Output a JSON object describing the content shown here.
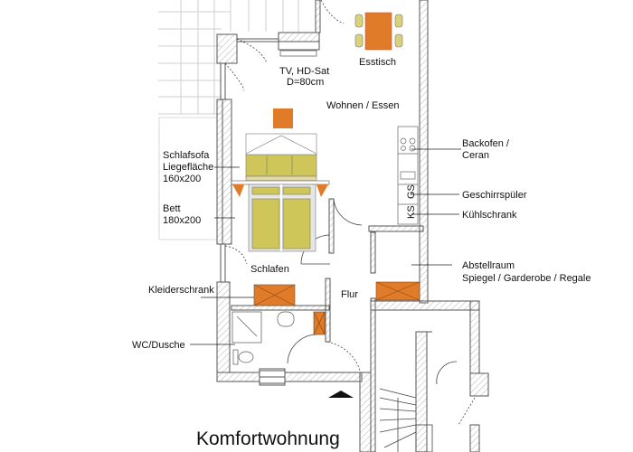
{
  "title": "Komfortwohnung",
  "rooms": {
    "living": "Wohnen / Essen",
    "bedroom": "Schlafen",
    "hall": "Flur"
  },
  "furniture": {
    "dining_table": "Esstisch",
    "tv_line1": "TV, HD-Sat",
    "tv_line2": "D=80cm",
    "sofa_line1": "Schlafsofa",
    "sofa_line2": "Liegefläche",
    "sofa_line3": "160x200",
    "bed_line1": "Bett",
    "bed_line2": "180x200",
    "wardrobe": "Kleiderschrank",
    "bathroom": "WC/Dusche"
  },
  "kitchen": {
    "oven_line1": "Backofen /",
    "oven_line2": "Ceran",
    "dishwasher": "Geschirrspüler",
    "dishwasher_mark": "GS",
    "fridge": "Kühlschrank",
    "fridge_mark": "KS"
  },
  "storage": {
    "line1": "Abstellraum",
    "line2": "Spiegel / Garderobe / Regale"
  },
  "colors": {
    "furniture_orange": "#e07b2a",
    "upholstery_green": "#cfc65a",
    "wall": "#555555",
    "grid": "#c8c8c8"
  }
}
